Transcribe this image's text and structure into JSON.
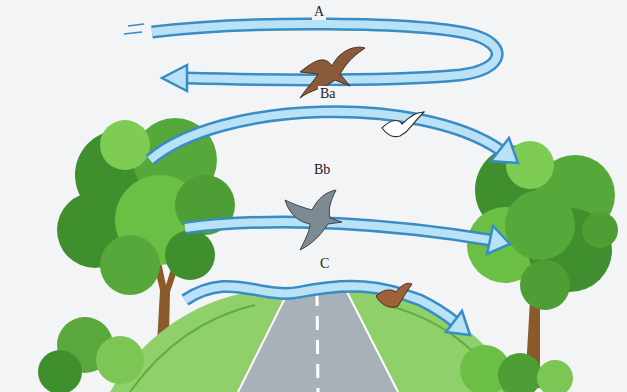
{
  "diagram": {
    "labels": [
      "A",
      "Ba",
      "Bb",
      "C"
    ]
  }
}
